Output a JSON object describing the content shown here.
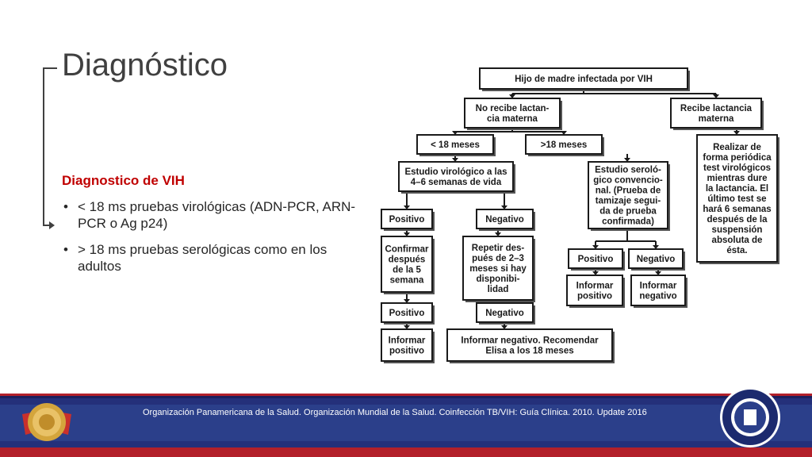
{
  "slide": {
    "title": "Diagnóstico",
    "subtitle": "Diagnostico de VIH",
    "bullets": [
      "< 18 ms pruebas virológicas (ADN-PCR, ARN-PCR o Ag p24)",
      "> 18 ms pruebas serológicas como en los adultos"
    ],
    "bullet_glyph": "•"
  },
  "flowchart": {
    "nodes": [
      {
        "id": "root",
        "lines": [
          "Hijo de madre infectada por VIH"
        ]
      },
      {
        "id": "no_lact",
        "lines": [
          "No recibe lactan-",
          "cia materna"
        ]
      },
      {
        "id": "lact",
        "lines": [
          "Recibe lactancia",
          "materna"
        ]
      },
      {
        "id": "lt18",
        "lines": [
          "< 18 meses"
        ]
      },
      {
        "id": "gt18",
        "lines": [
          ">18 meses"
        ]
      },
      {
        "id": "lact_detail",
        "lines": [
          "Realizar de",
          "forma periódica",
          "test virológicos",
          "mientras dure",
          "la lactancia. El",
          "último test se",
          "hará 6 semanas",
          "después de la",
          "suspensión",
          "absoluta de",
          "ésta."
        ]
      },
      {
        "id": "viro",
        "lines": [
          "Estudio virológico a las",
          "4–6 semanas de vida"
        ]
      },
      {
        "id": "sero",
        "lines": [
          "Estudio seroló-",
          "gico convencio-",
          "nal. (Prueba de",
          "tamizaje segui-",
          "da de prueba",
          "confirmada)"
        ]
      },
      {
        "id": "pos1",
        "lines": [
          "Positivo"
        ]
      },
      {
        "id": "neg1",
        "lines": [
          "Negativo"
        ]
      },
      {
        "id": "confirm",
        "lines": [
          "Confirmar",
          "después",
          "de la 5",
          "semana"
        ]
      },
      {
        "id": "repeat",
        "lines": [
          "Repetir des-",
          "pués de 2–3",
          "meses si hay",
          "disponibi-",
          "lidad"
        ]
      },
      {
        "id": "pos_sero",
        "lines": [
          "Positivo"
        ]
      },
      {
        "id": "neg_sero",
        "lines": [
          "Negativo"
        ]
      },
      {
        "id": "inf_pos_sero",
        "lines": [
          "Informar",
          "positivo"
        ]
      },
      {
        "id": "inf_neg_sero",
        "lines": [
          "Informar",
          "negativo"
        ]
      },
      {
        "id": "pos2",
        "lines": [
          "Positivo"
        ]
      },
      {
        "id": "neg2",
        "lines": [
          "Negativo"
        ]
      },
      {
        "id": "inf_pos",
        "lines": [
          "Informar",
          "positivo"
        ]
      },
      {
        "id": "inf_neg",
        "lines": [
          "Informar negativo. Recomendar",
          "Elisa a los 18 meses"
        ]
      }
    ],
    "colors": {
      "box_border": "#1a1a1a",
      "text": "#1a1a1a",
      "background": "#ffffff"
    }
  },
  "footer": {
    "citation": "Organización Panamericana de la Salud. Organización Mundial de la Salud. Coinfección TB/VIH: Guía Clínica. 2010. Update 2016",
    "colors": {
      "band_dark": "#1c1f5c",
      "band_mid": "#2b3f8a",
      "band_red": "#b3202a",
      "text": "#ffffff"
    }
  }
}
